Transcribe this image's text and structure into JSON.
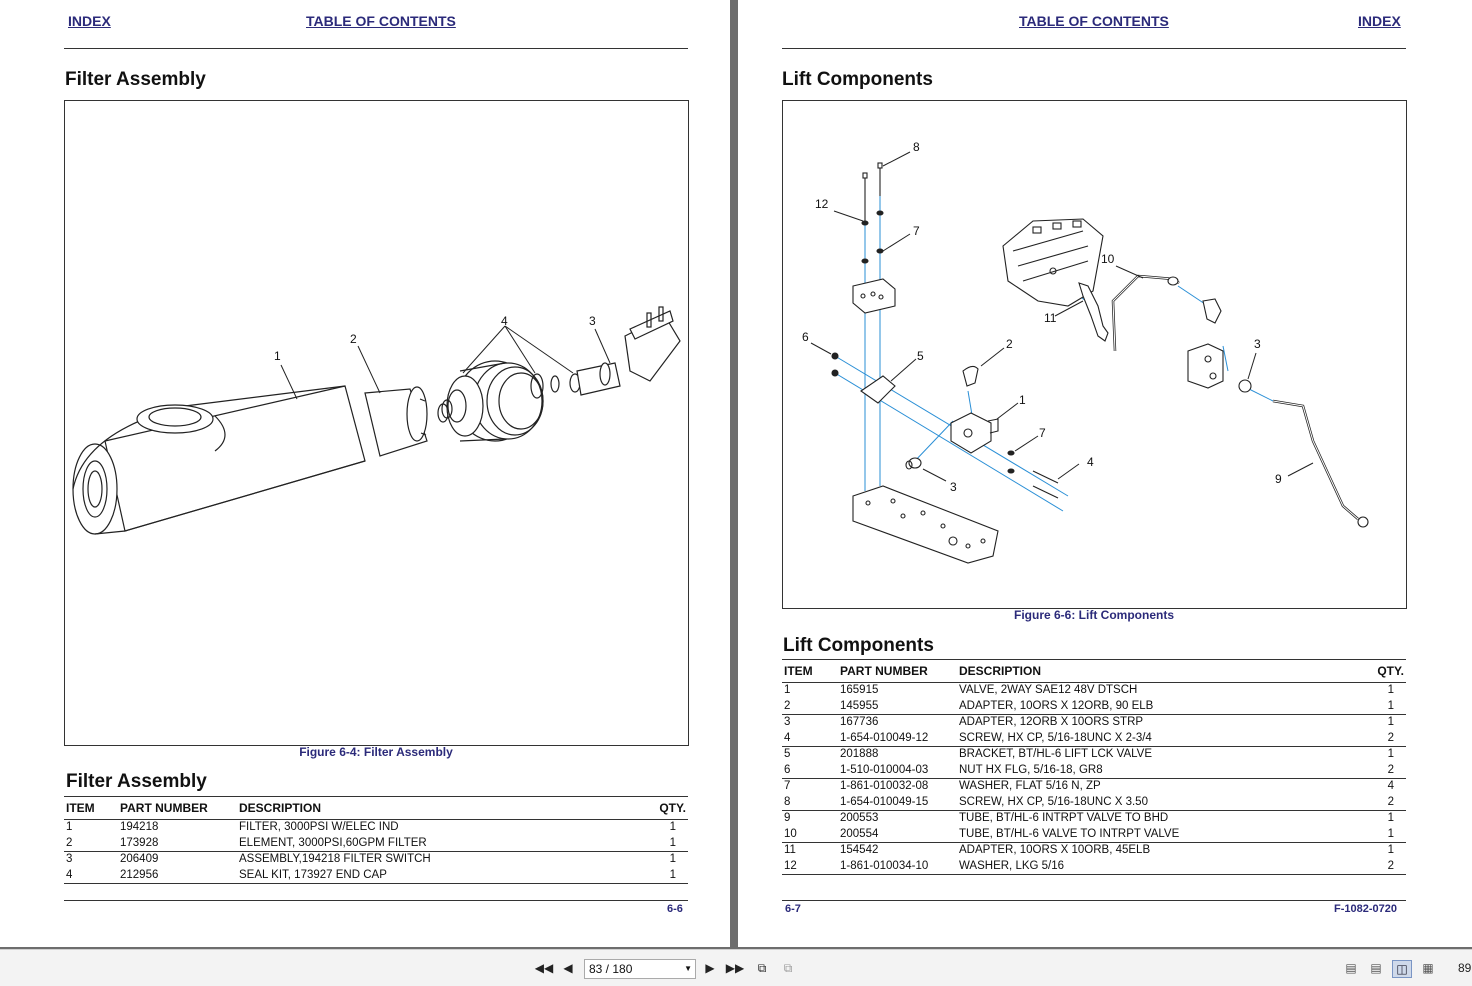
{
  "left_page": {
    "nav_index": "INDEX",
    "nav_toc": "TABLE OF CONTENTS",
    "section_title": "Filter Assembly",
    "figure_caption": "Figure 6-4:  Filter Assembly",
    "callouts": [
      "1",
      "2",
      "3",
      "4"
    ],
    "table_title": "Filter Assembly",
    "table_headers": {
      "item": "ITEM",
      "part": "PART NUMBER",
      "desc": "DESCRIPTION",
      "qty": "QTY."
    },
    "rows": [
      {
        "item": "1",
        "part": "194218",
        "desc": "FILTER, 3000PSI W/ELEC IND",
        "qty": "1"
      },
      {
        "item": "2",
        "part": "173928",
        "desc": "ELEMENT, 3000PSI,60GPM FILTER",
        "qty": "1"
      },
      {
        "item": "3",
        "part": "206409",
        "desc": "ASSEMBLY,194218 FILTER SWITCH",
        "qty": "1"
      },
      {
        "item": "4",
        "part": "212956",
        "desc": "SEAL KIT, 173927 END CAP",
        "qty": "1"
      }
    ],
    "page_number": "6-6"
  },
  "right_page": {
    "nav_toc": "TABLE OF CONTENTS",
    "nav_index": "INDEX",
    "section_title": "Lift Components",
    "figure_caption": "Figure 6-6:  Lift Components",
    "callouts": [
      "8",
      "12",
      "7",
      "10",
      "11",
      "6",
      "5",
      "2",
      "3",
      "1",
      "7",
      "4",
      "3",
      "9"
    ],
    "table_title": "Lift Components",
    "table_headers": {
      "item": "ITEM",
      "part": "PART NUMBER",
      "desc": "DESCRIPTION",
      "qty": "QTY."
    },
    "rows": [
      {
        "item": "1",
        "part": "165915",
        "desc": "VALVE, 2WAY SAE12 48V DTSCH",
        "qty": "1"
      },
      {
        "item": "2",
        "part": "145955",
        "desc": "ADAPTER, 10ORS X 12ORB, 90 ELB",
        "qty": "1"
      },
      {
        "item": "3",
        "part": "167736",
        "desc": "ADAPTER, 12ORB X 10ORS STRP",
        "qty": "1"
      },
      {
        "item": "4",
        "part": "1-654-010049-12",
        "desc": "SCREW, HX CP, 5/16-18UNC X 2-3/4",
        "qty": "2"
      },
      {
        "item": "5",
        "part": "201888",
        "desc": "BRACKET, BT/HL-6 LIFT LCK VALVE",
        "qty": "1"
      },
      {
        "item": "6",
        "part": "1-510-010004-03",
        "desc": "NUT HX FLG, 5/16-18, GR8",
        "qty": "2"
      },
      {
        "item": "7",
        "part": "1-861-010032-08",
        "desc": "WASHER, FLAT 5/16 N, ZP",
        "qty": "4"
      },
      {
        "item": "8",
        "part": "1-654-010049-15",
        "desc": "SCREW, HX CP, 5/16-18UNC X 3.50",
        "qty": "2"
      },
      {
        "item": "9",
        "part": "200553",
        "desc": "TUBE, BT/HL-6 INTRPT VALVE TO BHD",
        "qty": "1"
      },
      {
        "item": "10",
        "part": "200554",
        "desc": "TUBE, BT/HL-6 VALVE TO INTRPT VALVE",
        "qty": "1"
      },
      {
        "item": "11",
        "part": "154542",
        "desc": "ADAPTER, 10ORS X 10ORB, 45ELB",
        "qty": "1"
      },
      {
        "item": "12",
        "part": "1-861-010034-10",
        "desc": "WASHER, LKG 5/16",
        "qty": "2"
      }
    ],
    "page_number": "6-7",
    "doc_number": "F-1082-0720"
  },
  "toolbar": {
    "page_indicator": "83 / 180",
    "zoom": "89",
    "icons": [
      "first-page-icon",
      "previous-page-icon",
      "next-page-icon",
      "last-page-icon",
      "back-view-icon",
      "forward-view-icon",
      "single-page-view-icon",
      "continuous-view-icon",
      "facing-pages-view-icon",
      "continuous-facing-view-icon"
    ]
  },
  "colors": {
    "link": "#2b2a7a",
    "leader_blue": "#2a8fd6",
    "viewer_bg": "#6d6d6d"
  }
}
